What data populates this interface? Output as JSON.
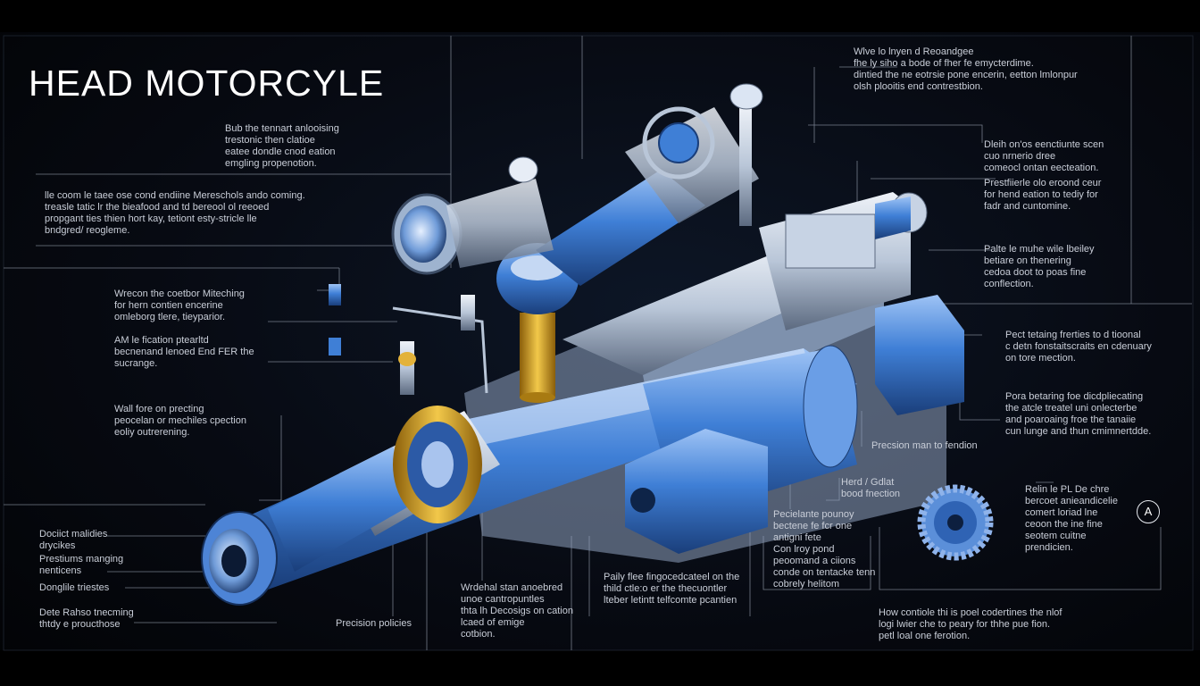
{
  "title": "HEAD MOTORCYLE",
  "badge": "A",
  "colors": {
    "background": "#070a12",
    "steel_blue": "#3f7fd6",
    "silver": "#b9c6d8",
    "brass": "#d9a521",
    "text": "#c9ced8"
  },
  "annotations": {
    "top_left": [
      "Bub the tennart anlooising",
      "trestonic then clatioe",
      "eatee dondle cnod eation",
      "emgling propenotion."
    ],
    "left_1": [
      "lle coom le taee ose cond endiine Mereschols ando coming.",
      "treasle tatic lr the bieafood and td bereool ol reeoed",
      "propgant ties thien hort kay, tetiont esty-stricle lle",
      "bndgred/ reogleme."
    ],
    "left_2": [
      "Wrecon the coetbor Miteching",
      "for hern contien encerine",
      "omleborg tlere, tieyparior."
    ],
    "left_3": [
      "AM le fication ptearltd",
      "becnenand lenoed End FER the",
      "sucrange."
    ],
    "left_4": [
      "Wall fore on precting",
      "peocelan or mechiles cpection",
      "eoliy outrerening."
    ],
    "bottom_left_1": [
      "Dociict malidies",
      "drycikes"
    ],
    "bottom_left_2": [
      "Prestiums manging",
      "nenticens"
    ],
    "bottom_left_3": [
      "Donglile triestes"
    ],
    "bottom_left_4": [
      "Dete Rahso tnecming",
      "thtdy e proucthose"
    ],
    "precision_policies": [
      "Precision policies"
    ],
    "bottom_center": [
      "Wrdehal stan anoebred",
      "unoe cantropuntles",
      "thta lh Decosigs on cation",
      "lcaed of emige",
      "cotbion."
    ],
    "bottom_mid": [
      "Paily flee fingocedcateel on the",
      "thild ctle:o er the thecuontler",
      "lteber letintt telfcomte pcantien"
    ],
    "right_1": [
      "Wlve lo lnyen d Reoandgee",
      "fhe ly siho a bode of fher fe emycterdime.",
      "dintied the ne eotrsie pone encerin, eetton lmlonpur",
      "olsh plooitis end contrestbion."
    ],
    "right_2": [
      "Dleih on'os eenctiunte scen",
      "cuo nrnerio dree",
      "comeocl ontan eecteation."
    ],
    "right_3": [
      "Prestfiierle olo eroond ceur",
      "for hend eation to tediy for",
      "fadr and cuntomine."
    ],
    "right_4": [
      "Palte le muhe wile lbeiley",
      "betiare on thenering",
      "cedoa doot to poas fine",
      "conflection."
    ],
    "right_5": [
      "Pect tetaing frerties to d tioonal",
      "c detn fonstaitscraits en cdenuary",
      "on tore mection."
    ],
    "right_6": [
      "Pora betaring foe dicdpliecating",
      "the atcle treatel uni onlecterbe",
      "and poaroaing froe the tanaiie",
      "cun lunge and thun cmimnertdde."
    ],
    "precision_function": [
      "Precsion man to fendion"
    ],
    "head_gate": [
      "Herd / Gdlat",
      "bood fnection"
    ],
    "mid_lower_1": [
      "Pecielante pounoy",
      "bectene fe fcr one",
      "antigni fete",
      "Con lroy pond",
      "peoomand a ciions",
      "conde on tentacke tenn",
      "cobrely helitom"
    ],
    "gear_note": [
      "Relin le PL De chre",
      "bercoet anieandicelie",
      "comert loriad lne",
      "ceoon the ine fine",
      "seotem cuitne",
      "prendicien."
    ],
    "bottom_right": [
      "How contiole thi is poel codertines the nlof",
      "logi lwier che to peary for thhe pue fion.",
      "petl loal one ferotion."
    ]
  }
}
